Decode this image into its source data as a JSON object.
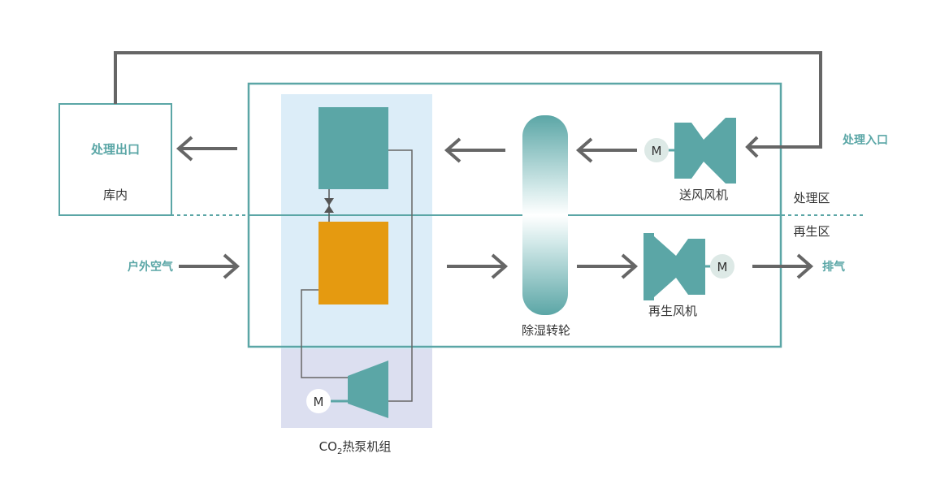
{
  "labels": {
    "processing_outlet": "处理出口",
    "warehouse_inside": "库内",
    "processing_inlet": "处理入口",
    "supply_fan": "送风风机",
    "processing_zone": "处理区",
    "regeneration_zone": "再生区",
    "outdoor_air": "户外空气",
    "exhaust": "排气",
    "regeneration_fan": "再生风机",
    "desiccant_wheel": "除湿转轮",
    "heat_pump_unit_prefix": "CO",
    "heat_pump_unit_sub": "2",
    "heat_pump_unit_suffix": "热泵机组",
    "motor": "M"
  },
  "colors": {
    "teal": "#5ba6a6",
    "teal_text": "#5aa6a6",
    "arrow_gray": "#666666",
    "heat_pump_bg": "#dcedf8",
    "heat_pump_bg_lower": "#dcdff0",
    "orange": "#e59a10",
    "motor_bg": "#dde9e6"
  }
}
